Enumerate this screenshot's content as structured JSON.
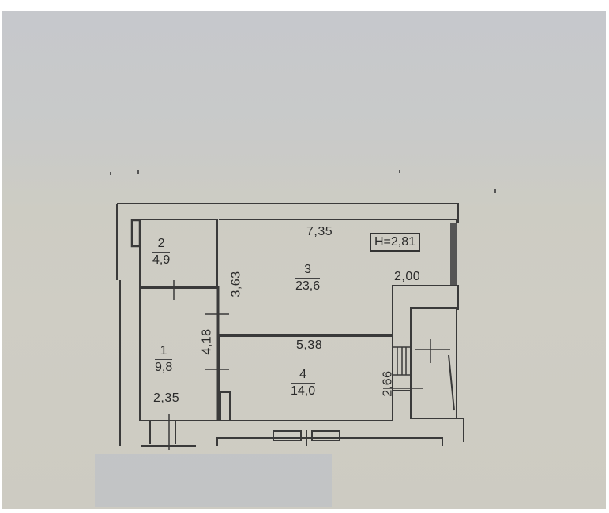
{
  "floor_plan": {
    "ceiling_height_label": "H=2,81",
    "rooms": [
      {
        "number": "1",
        "area": "9,8"
      },
      {
        "number": "2",
        "area": "4,9"
      },
      {
        "number": "3",
        "area": "23,6"
      },
      {
        "number": "4",
        "area": "14,0"
      }
    ],
    "dimensions": {
      "room3_width": "7,35",
      "room3_height": "3,63",
      "room3_ledge": "2,00",
      "room4_width": "5,38",
      "room4_height": "2,66",
      "room1_height": "4,18",
      "room1_width": "2,35"
    }
  },
  "colors": {
    "paper": "#cdcbc2",
    "ink": "#2a2a2a",
    "frame": "#ffffff"
  }
}
